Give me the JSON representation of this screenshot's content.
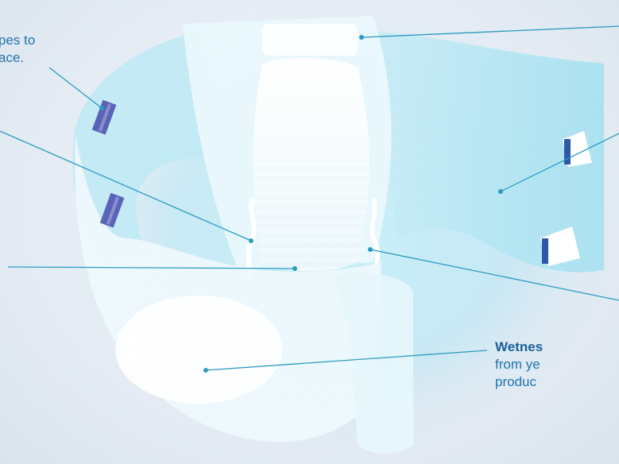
{
  "callouts": {
    "tapes": {
      "line1": "pes to",
      "line2": "ace."
    },
    "wetness": {
      "title": "Wetnes",
      "line1": "from ye",
      "line2": "produc"
    }
  },
  "colors": {
    "background": "#e6edf5",
    "leader_line": "#2a9cc0",
    "text": "#1f74ad",
    "tape_blue": "#5a63b8",
    "glow": "#bfe9f5"
  }
}
